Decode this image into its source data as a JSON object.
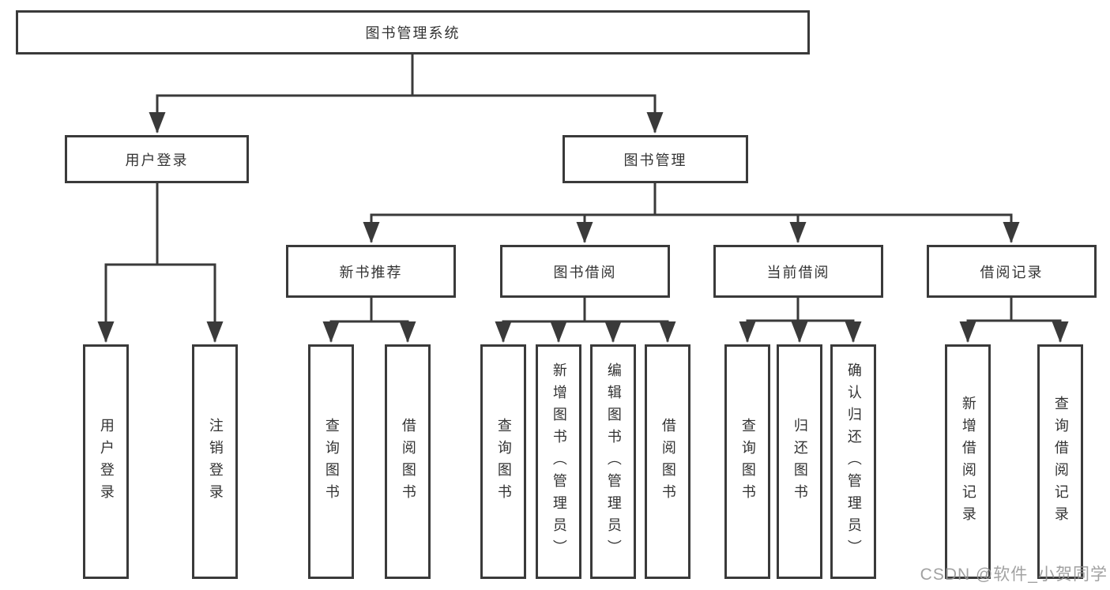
{
  "tree": {
    "label": "图书管理系统",
    "children": [
      {
        "label": "用户登录",
        "children": [
          {
            "label": "用户登录"
          },
          {
            "label": "注销登录"
          }
        ]
      },
      {
        "label": "图书管理",
        "children": [
          {
            "label": "新书推荐",
            "children": [
              {
                "label": "查询图书"
              },
              {
                "label": "借阅图书"
              }
            ]
          },
          {
            "label": "图书借阅",
            "children": [
              {
                "label": "查询图书"
              },
              {
                "label": "新增图书（管理员）"
              },
              {
                "label": "编辑图书（管理员）"
              },
              {
                "label": "借阅图书"
              }
            ]
          },
          {
            "label": "当前借阅",
            "children": [
              {
                "label": "查询图书"
              },
              {
                "label": "归还图书"
              },
              {
                "label": "确认归还（管理员）"
              }
            ]
          },
          {
            "label": "借阅记录",
            "children": [
              {
                "label": "新增借阅记录"
              },
              {
                "label": "查询借阅记录"
              }
            ]
          }
        ]
      }
    ]
  },
  "watermark": "CSDN @软件_小贺同学",
  "colors": {
    "line": "#3a3a3a",
    "text": "#333333",
    "box_background": "#ffffff",
    "watermark": "#949494",
    "background": "#ffffff"
  }
}
